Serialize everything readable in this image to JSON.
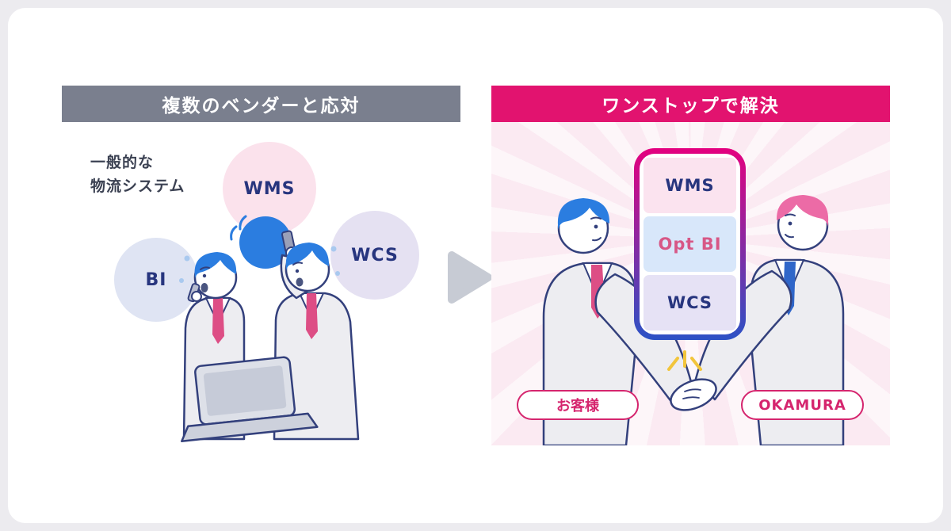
{
  "page": {
    "background": "#ECEBEF",
    "card_background": "#FFFFFF"
  },
  "left_panel": {
    "header": {
      "label": "複数のベンダーと応対",
      "bg": "#7A7F8E",
      "color": "#FFFFFF"
    },
    "caption": {
      "line1": "一般的な",
      "line2": "物流システム",
      "color": "#3B4152"
    },
    "circles": [
      {
        "label": "WMS",
        "bg": "#FBE2EC",
        "color": "#27357E"
      },
      {
        "label": "BI",
        "bg": "#DFE4F3",
        "color": "#27357E"
      },
      {
        "label": "WCS",
        "bg": "#E5E1F2",
        "color": "#27357E"
      }
    ]
  },
  "arrow": {
    "color": "#C7CBD4"
  },
  "right_panel": {
    "header": {
      "label": "ワンストップで解決",
      "bg": "#E2136F",
      "color": "#FFFFFF"
    },
    "body_bg": "#FBEAF2",
    "stack": {
      "border_top": "#E4007F",
      "border_bottom": "#2C52C5",
      "rows": [
        {
          "label": "WMS",
          "bg": "#FBE3EF",
          "color": "#27357E"
        },
        {
          "label": "Opt BI",
          "bg": "#D8E7FA",
          "color": "#D75786"
        },
        {
          "label": "WCS",
          "bg": "#E6E2F5",
          "color": "#27357E"
        }
      ]
    },
    "pills": [
      {
        "label": "お客様"
      },
      {
        "label": "OKAMURA"
      }
    ],
    "pill_style": {
      "bg": "#FFFFFF",
      "border": "#D5256E",
      "color": "#D5256E"
    }
  }
}
